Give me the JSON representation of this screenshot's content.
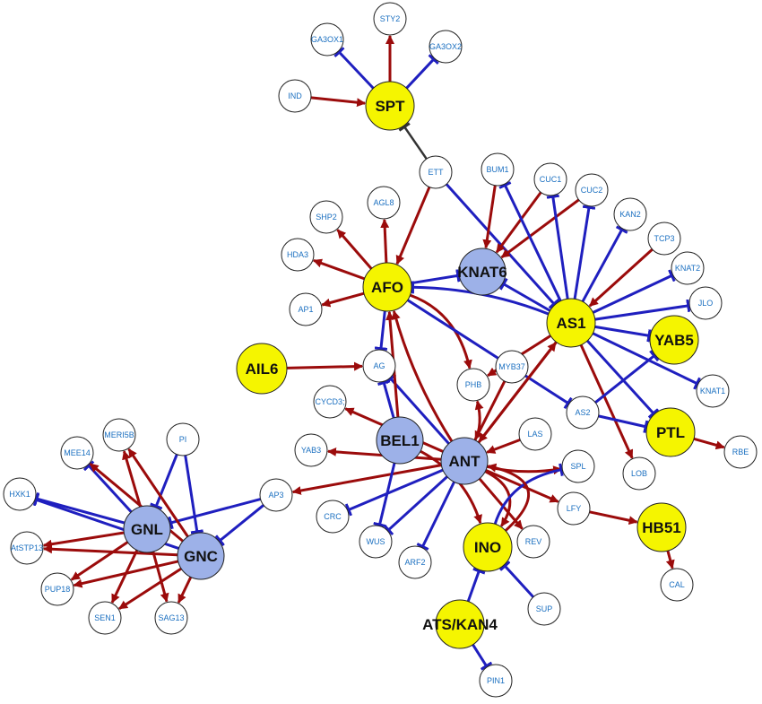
{
  "colors": {
    "activation": "#9b0b0b",
    "repression": "#1f1fbf",
    "neutral": "#333333",
    "hub_yellow": "#f5f500",
    "hub_blue": "#9db1e8",
    "small_fill": "#ffffff",
    "small_label": "#1a6fc0"
  },
  "nodes": {
    "SPT": {
      "label": "SPT",
      "style": "yellow"
    },
    "STY2": {
      "label": "STY2",
      "style": "small"
    },
    "GA3OX1": {
      "label": "GA3OX1",
      "style": "small"
    },
    "GA3OX2": {
      "label": "GA3OX2",
      "style": "small"
    },
    "IND": {
      "label": "IND",
      "style": "small"
    },
    "ETT": {
      "label": "ETT",
      "style": "small"
    },
    "BUM1": {
      "label": "BUM1",
      "style": "small"
    },
    "CUC1": {
      "label": "CUC1",
      "style": "small"
    },
    "CUC2": {
      "label": "CUC2",
      "style": "small"
    },
    "KAN2": {
      "label": "KAN2",
      "style": "small"
    },
    "TCP3": {
      "label": "TCP3",
      "style": "small"
    },
    "KNAT2": {
      "label": "KNAT2",
      "style": "small"
    },
    "JLO": {
      "label": "JLO",
      "style": "small"
    },
    "KNAT6": {
      "label": "KNAT6",
      "style": "blue"
    },
    "AS1": {
      "label": "AS1",
      "style": "yellow"
    },
    "YAB5": {
      "label": "YAB5",
      "style": "yellow"
    },
    "KNAT1": {
      "label": "KNAT1",
      "style": "small"
    },
    "PTL": {
      "label": "PTL",
      "style": "yellow"
    },
    "RBE": {
      "label": "RBE",
      "style": "small"
    },
    "AFO": {
      "label": "AFO",
      "style": "yellow"
    },
    "SHP2": {
      "label": "SHP2",
      "style": "small"
    },
    "AGL8": {
      "label": "AGL8",
      "style": "small"
    },
    "HDA3": {
      "label": "HDA3",
      "style": "small"
    },
    "AP1": {
      "label": "AP1",
      "style": "small"
    },
    "AIL6": {
      "label": "AIL6",
      "style": "yellow"
    },
    "AG": {
      "label": "AG",
      "style": "small"
    },
    "PHB": {
      "label": "PHB",
      "style": "small"
    },
    "MYB37": {
      "label": "MYB37",
      "style": "small"
    },
    "AS2": {
      "label": "AS2",
      "style": "small"
    },
    "LAS": {
      "label": "LAS",
      "style": "small"
    },
    "LOB": {
      "label": "LOB",
      "style": "small"
    },
    "CYCD3": {
      "label": "CYCD3;",
      "style": "small"
    },
    "BEL1": {
      "label": "BEL1",
      "style": "blue"
    },
    "ANT": {
      "label": "ANT",
      "style": "blue"
    },
    "YAB3": {
      "label": "YAB3",
      "style": "small"
    },
    "SPL": {
      "label": "SPL",
      "style": "small"
    },
    "LFY": {
      "label": "LFY",
      "style": "small"
    },
    "HB51": {
      "label": "HB51",
      "style": "yellow"
    },
    "CAL": {
      "label": "CAL",
      "style": "small"
    },
    "CRC": {
      "label": "CRC",
      "style": "small"
    },
    "WUS": {
      "label": "WUS",
      "style": "small"
    },
    "ARF2": {
      "label": "ARF2",
      "style": "small"
    },
    "INO": {
      "label": "INO",
      "style": "yellow"
    },
    "REV": {
      "label": "REV",
      "style": "small"
    },
    "SUP": {
      "label": "SUP",
      "style": "small"
    },
    "ATS": {
      "label": "ATS/KAN4",
      "style": "yellow"
    },
    "PIN1": {
      "label": "PIN1",
      "style": "small"
    },
    "AP3": {
      "label": "AP3",
      "style": "small"
    },
    "PI": {
      "label": "PI",
      "style": "small"
    },
    "MERI5B": {
      "label": "MERI5B",
      "style": "small"
    },
    "MEE14": {
      "label": "MEE14",
      "style": "small"
    },
    "HXK1": {
      "label": "HXK1",
      "style": "small"
    },
    "GNL": {
      "label": "GNL",
      "style": "blue"
    },
    "GNC": {
      "label": "GNC",
      "style": "blue"
    },
    "AtSTP13": {
      "label": "AtSTP13",
      "style": "small"
    },
    "PUP18": {
      "label": "PUP18",
      "style": "small"
    },
    "SEN1": {
      "label": "SEN1",
      "style": "small"
    },
    "SAG13": {
      "label": "SAG13",
      "style": "small"
    }
  },
  "edges": [
    {
      "from": "SPT",
      "to": "STY2",
      "type": "activation"
    },
    {
      "from": "SPT",
      "to": "GA3OX1",
      "type": "repression"
    },
    {
      "from": "SPT",
      "to": "GA3OX2",
      "type": "repression"
    },
    {
      "from": "IND",
      "to": "SPT",
      "type": "activation"
    },
    {
      "from": "ETT",
      "to": "SPT",
      "type": "neutral"
    },
    {
      "from": "ETT",
      "to": "AFO",
      "type": "activation"
    },
    {
      "from": "ETT",
      "to": "AS1",
      "type": "repression"
    },
    {
      "from": "AFO",
      "to": "SHP2",
      "type": "activation"
    },
    {
      "from": "AFO",
      "to": "AGL8",
      "type": "activation"
    },
    {
      "from": "AFO",
      "to": "HDA3",
      "type": "activation"
    },
    {
      "from": "AFO",
      "to": "AP1",
      "type": "activation"
    },
    {
      "from": "AFO",
      "to": "AG",
      "type": "repression"
    },
    {
      "from": "AFO",
      "to": "PHB",
      "type": "activation"
    },
    {
      "from": "AFO",
      "to": "KNAT6",
      "type": "repression"
    },
    {
      "from": "AFO",
      "to": "AS2",
      "type": "repression"
    },
    {
      "from": "AIL6",
      "to": "AG",
      "type": "activation"
    },
    {
      "from": "BUM1",
      "to": "KNAT6",
      "type": "activation"
    },
    {
      "from": "CUC1",
      "to": "KNAT6",
      "type": "activation"
    },
    {
      "from": "CUC2",
      "to": "KNAT6",
      "type": "activation"
    },
    {
      "from": "AS1",
      "to": "BUM1",
      "type": "repression"
    },
    {
      "from": "AS1",
      "to": "CUC1",
      "type": "repression"
    },
    {
      "from": "AS1",
      "to": "CUC2",
      "type": "repression"
    },
    {
      "from": "AS1",
      "to": "KAN2",
      "type": "repression"
    },
    {
      "from": "TCP3",
      "to": "AS1",
      "type": "activation"
    },
    {
      "from": "AS1",
      "to": "KNAT2",
      "type": "repression"
    },
    {
      "from": "AS1",
      "to": "JLO",
      "type": "repression"
    },
    {
      "from": "AS1",
      "to": "KNAT6",
      "type": "repression"
    },
    {
      "from": "AS1",
      "to": "YAB5",
      "type": "repression"
    },
    {
      "from": "AS1",
      "to": "KNAT1",
      "type": "repression"
    },
    {
      "from": "AS1",
      "to": "PTL",
      "type": "repression"
    },
    {
      "from": "AS1",
      "to": "LOB",
      "type": "activation"
    },
    {
      "from": "AS1",
      "to": "PHB",
      "type": "activation"
    },
    {
      "from": "AS1",
      "to": "AFO",
      "type": "repression"
    },
    {
      "from": "AS1",
      "to": "ANT",
      "type": "activation"
    },
    {
      "from": "AS2",
      "to": "YAB5",
      "type": "repression"
    },
    {
      "from": "AS2",
      "to": "PTL",
      "type": "repression"
    },
    {
      "from": "PTL",
      "to": "RBE",
      "type": "activation"
    },
    {
      "from": "HB51",
      "to": "CAL",
      "type": "activation"
    },
    {
      "from": "ANT",
      "to": "AFO",
      "type": "activation"
    },
    {
      "from": "ANT",
      "to": "PHB",
      "type": "activation"
    },
    {
      "from": "ANT",
      "to": "AS1",
      "type": "activation"
    },
    {
      "from": "ANT",
      "to": "AG",
      "type": "repression"
    },
    {
      "from": "ANT",
      "to": "CRC",
      "type": "repression"
    },
    {
      "from": "ANT",
      "to": "WUS",
      "type": "repression"
    },
    {
      "from": "ANT",
      "to": "ARF2",
      "type": "repression"
    },
    {
      "from": "ANT",
      "to": "INO",
      "type": "activation"
    },
    {
      "from": "ANT",
      "to": "REV",
      "type": "activation"
    },
    {
      "from": "ANT",
      "to": "LFY",
      "type": "activation"
    },
    {
      "from": "ANT",
      "to": "SPL",
      "type": "activation"
    },
    {
      "from": "ANT",
      "to": "AP3",
      "type": "activation"
    },
    {
      "from": "ANT",
      "to": "YAB3",
      "type": "activation"
    },
    {
      "from": "ANT",
      "to": "CYCD3",
      "type": "activation"
    },
    {
      "from": "BEL1",
      "to": "AG",
      "type": "repression"
    },
    {
      "from": "BEL1",
      "to": "WUS",
      "type": "repression"
    },
    {
      "from": "BEL1",
      "to": "AFO",
      "type": "activation"
    },
    {
      "from": "BEL1",
      "to": "INO",
      "type": "activation"
    },
    {
      "from": "MYB37",
      "to": "ANT",
      "type": "activation"
    },
    {
      "from": "LAS",
      "to": "ANT",
      "type": "activation"
    },
    {
      "from": "INO",
      "to": "SPL",
      "type": "repression"
    },
    {
      "from": "INO",
      "to": "ANT",
      "type": "activation"
    },
    {
      "from": "SUP",
      "to": "INO",
      "type": "repression"
    },
    {
      "from": "ATS",
      "to": "INO",
      "type": "repression"
    },
    {
      "from": "ATS",
      "to": "PIN1",
      "type": "repression"
    },
    {
      "from": "LFY",
      "to": "HB51",
      "type": "activation"
    },
    {
      "from": "AP3",
      "to": "GNL",
      "type": "repression"
    },
    {
      "from": "AP3",
      "to": "GNC",
      "type": "repression"
    },
    {
      "from": "PI",
      "to": "GNL",
      "type": "repression"
    },
    {
      "from": "PI",
      "to": "GNC",
      "type": "repression"
    },
    {
      "from": "GNL",
      "to": "MERI5B",
      "type": "activation"
    },
    {
      "from": "GNC",
      "to": "MERI5B",
      "type": "activation"
    },
    {
      "from": "GNL",
      "to": "MEE14",
      "type": "repression"
    },
    {
      "from": "GNC",
      "to": "MEE14",
      "type": "activation"
    },
    {
      "from": "GNL",
      "to": "HXK1",
      "type": "repression"
    },
    {
      "from": "GNC",
      "to": "HXK1",
      "type": "repression"
    },
    {
      "from": "GNL",
      "to": "AtSTP13",
      "type": "activation"
    },
    {
      "from": "GNC",
      "to": "AtSTP13",
      "type": "activation"
    },
    {
      "from": "GNL",
      "to": "PUP18",
      "type": "activation"
    },
    {
      "from": "GNC",
      "to": "PUP18",
      "type": "activation"
    },
    {
      "from": "GNL",
      "to": "SEN1",
      "type": "activation"
    },
    {
      "from": "GNC",
      "to": "SEN1",
      "type": "activation"
    },
    {
      "from": "GNL",
      "to": "SAG13",
      "type": "activation"
    },
    {
      "from": "GNC",
      "to": "SAG13",
      "type": "activation"
    }
  ]
}
